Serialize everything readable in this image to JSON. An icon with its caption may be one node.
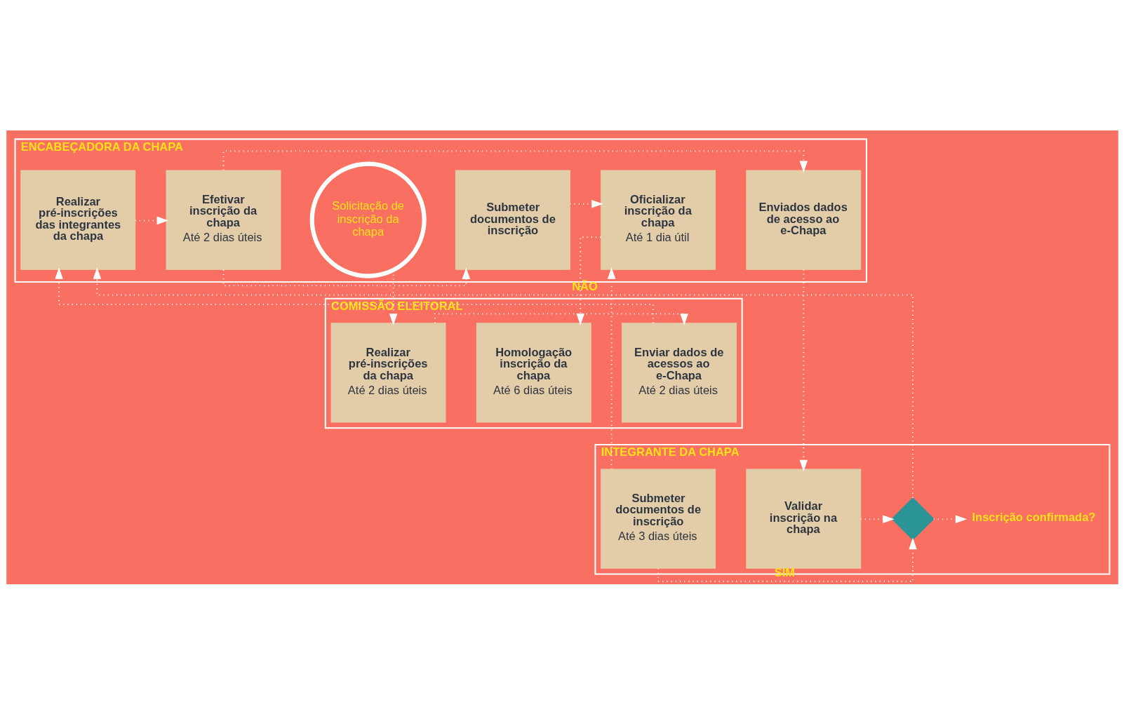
{
  "diagram": {
    "nodes": [
      {
        "text": [
          "ENCABEÇADORA DA CHAPA"
        ]
      },
      {
        "text": [
          "COMISSÃO ELEITORAL"
        ]
      },
      {
        "text": [
          "INTEGRANTE DA CHAPA"
        ]
      },
      {
        "text": [
          "Solicitação de inscrição da chapa"
        ],
        "in": 0
      },
      {
        "text": [
          "Realizar pré-inscrições das integrantes da chapa"
        ],
        "in": 0
      },
      {
        "text": [
          "Efetivar inscrição da chapa",
          "Até 2 dias úteis"
        ],
        "in": 0
      },
      {
        "text": [
          "Submeter documentos de inscrição"
        ],
        "in": 0
      },
      {
        "text": [
          "Oficializar inscrição da chapa",
          "Até 1 dia útil"
        ],
        "in": 0
      },
      {
        "text": [
          "Enviados dados de acesso ao e-Chapa"
        ],
        "in": 0
      },
      {
        "text": [
          "Realizar pré-inscrições da chapa",
          "Até 2 dias úteis"
        ],
        "in": 1
      },
      {
        "text": [
          "Enviar dados de acessos ao e-Chapa",
          "Até 2 dias úteis"
        ],
        "in": 1
      },
      {
        "text": [
          "Homologação inscrição da chapa",
          "Até 6 dias úteis"
        ],
        "in": 1
      },
      {
        "text": [
          "Inscrição confirmada?"
        ],
        "in": 2
      },
      {
        "text": [],
        "shape": "diamond",
        "in": 2
      },
      {
        "text": [
          "Validar inscrição na chapa"
        ],
        "in": 2
      },
      {
        "text": [
          "Submeter documentos de inscrição",
          "Até 3 dias úteis"
        ],
        "in": 2
      }
    ],
    "edges": [
      {
        "from": 3,
        "to": 9,
        "arrow": "to"
      },
      {
        "from": 9,
        "to": 10,
        "arrow": "to"
      },
      {
        "from": 10,
        "to": 4,
        "arrow": "to"
      },
      {
        "from": 4,
        "to": 5,
        "arrow": "to"
      },
      {
        "from": 5,
        "to": 6,
        "arrow": "to"
      },
      {
        "from": 6,
        "to": 7,
        "arrow": "to"
      },
      {
        "from": 5,
        "to": 8,
        "arrow": "to"
      },
      {
        "from": 8,
        "to": 14,
        "arrow": "to"
      },
      {
        "from": 14,
        "to": 13,
        "arrow": "to"
      },
      {
        "from": 13,
        "to": 12,
        "arrow": "to"
      },
      {
        "from": 13,
        "to": 4,
        "arrow": "to",
        "label": "NÃO"
      },
      {
        "from": 15,
        "to": 13,
        "arrow": "to",
        "label": "SIM"
      },
      {
        "from": 15,
        "to": 7,
        "arrow": "to"
      },
      {
        "from": 7,
        "to": 11,
        "arrow": "to"
      }
    ]
  }
}
